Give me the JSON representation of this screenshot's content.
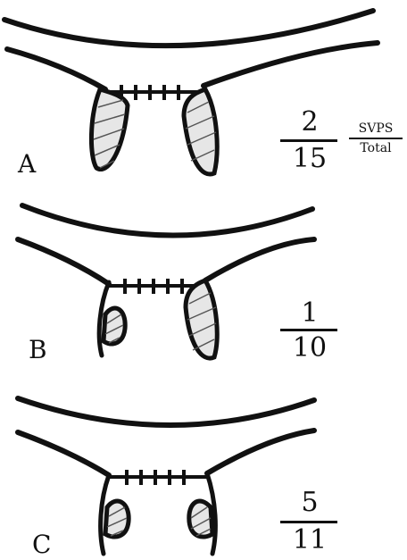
{
  "panels": [
    {
      "letter": "A",
      "numerator": "2",
      "denominator": "15",
      "left_flap": "long",
      "right_flap": "long"
    },
    {
      "letter": "B",
      "numerator": "1",
      "denominator": "10",
      "left_flap": "small",
      "right_flap": "long"
    },
    {
      "letter": "C",
      "numerator": "5",
      "denominator": "11",
      "left_flap": "small",
      "right_flap": "small"
    }
  ],
  "key": {
    "numerator_label": "SVPS",
    "denominator_label": "Total"
  }
}
